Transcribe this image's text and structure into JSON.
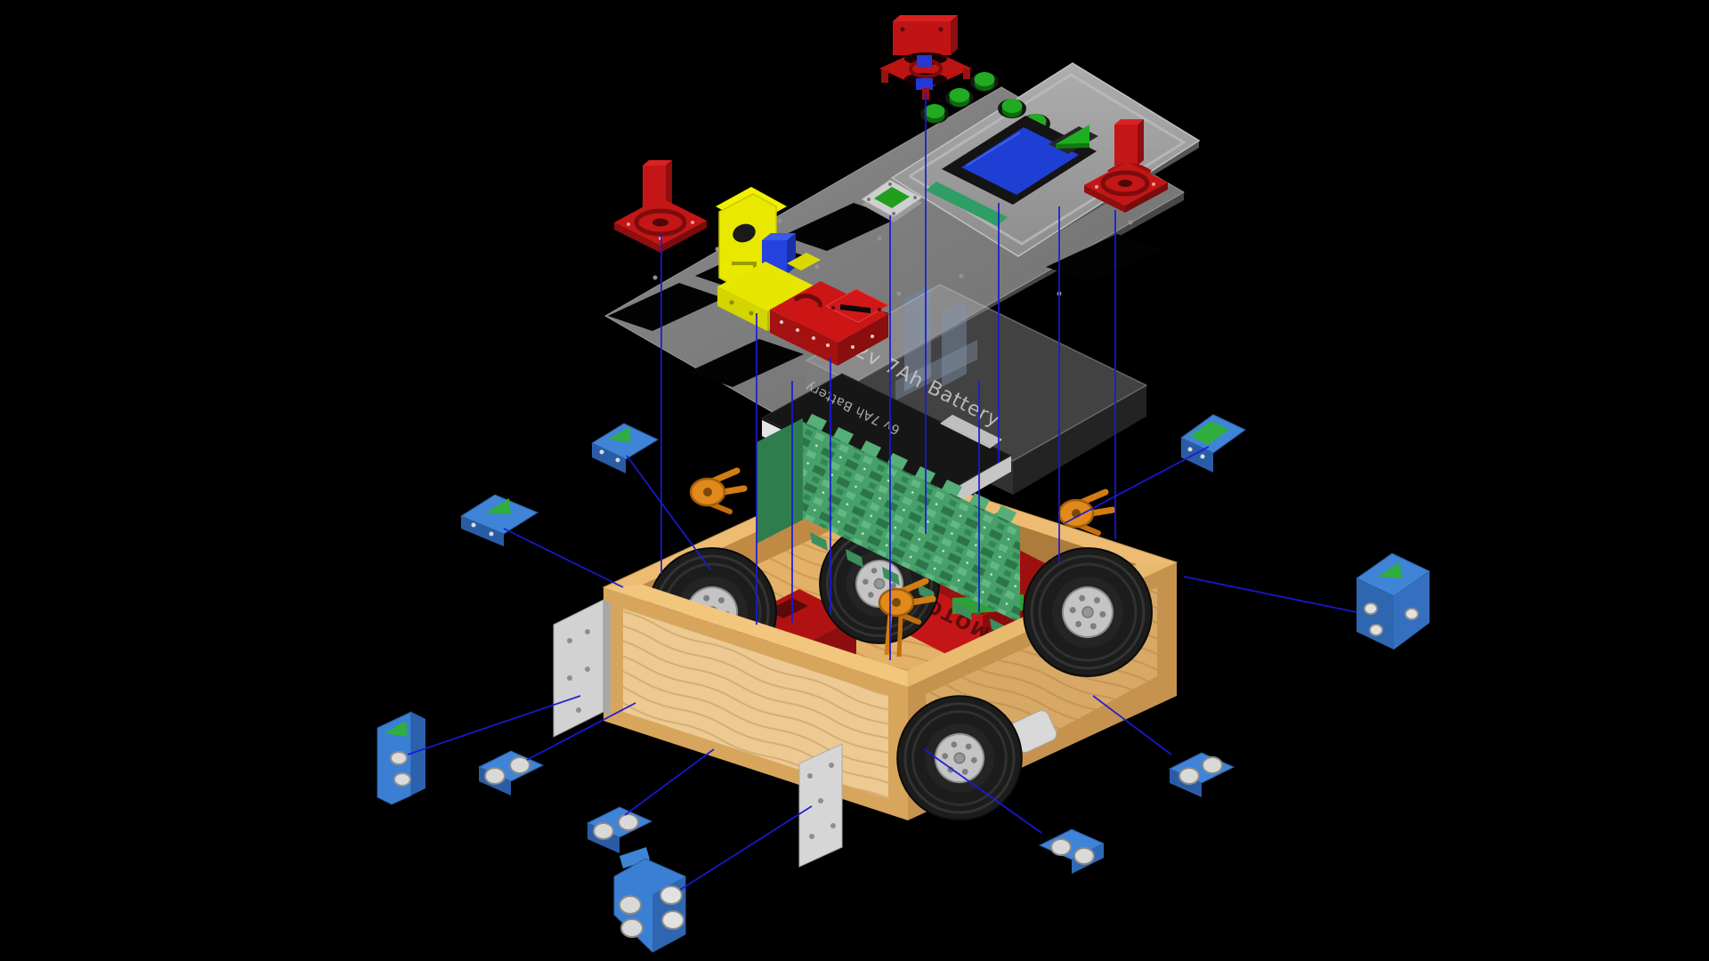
{
  "scene": {
    "type": "cad-exploded-assembly-render",
    "description": "Isometric exploded view of a 4-wheel robot chassis assembly on a black background",
    "background": "#000000"
  },
  "labels": {
    "ghost_battery": "12v 7Ah Battery",
    "battery": "6v 7Ah Battery",
    "motor_mount_front": "MOTOR MOU",
    "motor_mount_top": "MOTOR MOUNT"
  },
  "colors": {
    "background": "#000000",
    "guide_line": "#1a1ad6",
    "deck_gray": "#7d7d7d",
    "panel_gray": "#9e9e9e",
    "button_green": "#22aa22",
    "lcd_blue": "#1e3fd4",
    "part_red": "#c41616",
    "part_yellow": "#e8e800",
    "servo_blue": "#2443dd",
    "holder_green": "#47a06a",
    "wood_tan": "#d8a55c",
    "sensor_blue": "#3b7fd4",
    "accent_green": "#2fae3f",
    "caster_orange": "#e2891c",
    "silver": "#d6d6d6",
    "tire_black": "#1c1c1c"
  },
  "control_panel": {
    "button_count": 5,
    "has_lcd": true,
    "has_power_switch": true
  },
  "parts": [
    {
      "id": "top-deck-plate",
      "color": "#7d7d7d"
    },
    {
      "id": "control-panel",
      "color": "#9e9e9e"
    },
    {
      "id": "lcd-display",
      "color": "#1e3fd4"
    },
    {
      "id": "power-switch",
      "color": "#1fae1f"
    },
    {
      "id": "indicator-module",
      "color": "#1f9e1f"
    },
    {
      "id": "fan-mount",
      "color": "#c01414"
    },
    {
      "id": "caster-housing-left",
      "color": "#c41616"
    },
    {
      "id": "caster-housing-right",
      "color": "#c41616"
    },
    {
      "id": "pan-tilt-mount",
      "color": "#e8e800"
    },
    {
      "id": "servo",
      "color": "#2443dd"
    },
    {
      "id": "battery-bracket",
      "color": "#cc1616"
    },
    {
      "id": "ghost-battery",
      "color": "rgba(165,165,165,0.4)",
      "label": "12v 7Ah Battery"
    },
    {
      "id": "battery",
      "color": "#161616",
      "label": "6v 7Ah Battery"
    },
    {
      "id": "battery-holder",
      "color": "#47a06a"
    },
    {
      "id": "chassis-box",
      "color": "#d8a55c"
    },
    {
      "id": "wheel",
      "count": 4,
      "color": "#1c1c1c"
    },
    {
      "id": "motor-mount-left",
      "color": "#c41616"
    },
    {
      "id": "motor-mount-right",
      "color": "#c41616",
      "label": "MOTOR MOU"
    },
    {
      "id": "green-bracket",
      "color": "#2da239"
    },
    {
      "id": "caster",
      "count": 3,
      "color": "#e2891c"
    },
    {
      "id": "sensor-bracket",
      "count": 5,
      "color": "#3b7fd4"
    },
    {
      "id": "ultrasonic-sensor",
      "count": 5,
      "color": "#3b7fd4"
    },
    {
      "id": "side-plate",
      "count": 3,
      "color": "#d6d6d6"
    }
  ]
}
